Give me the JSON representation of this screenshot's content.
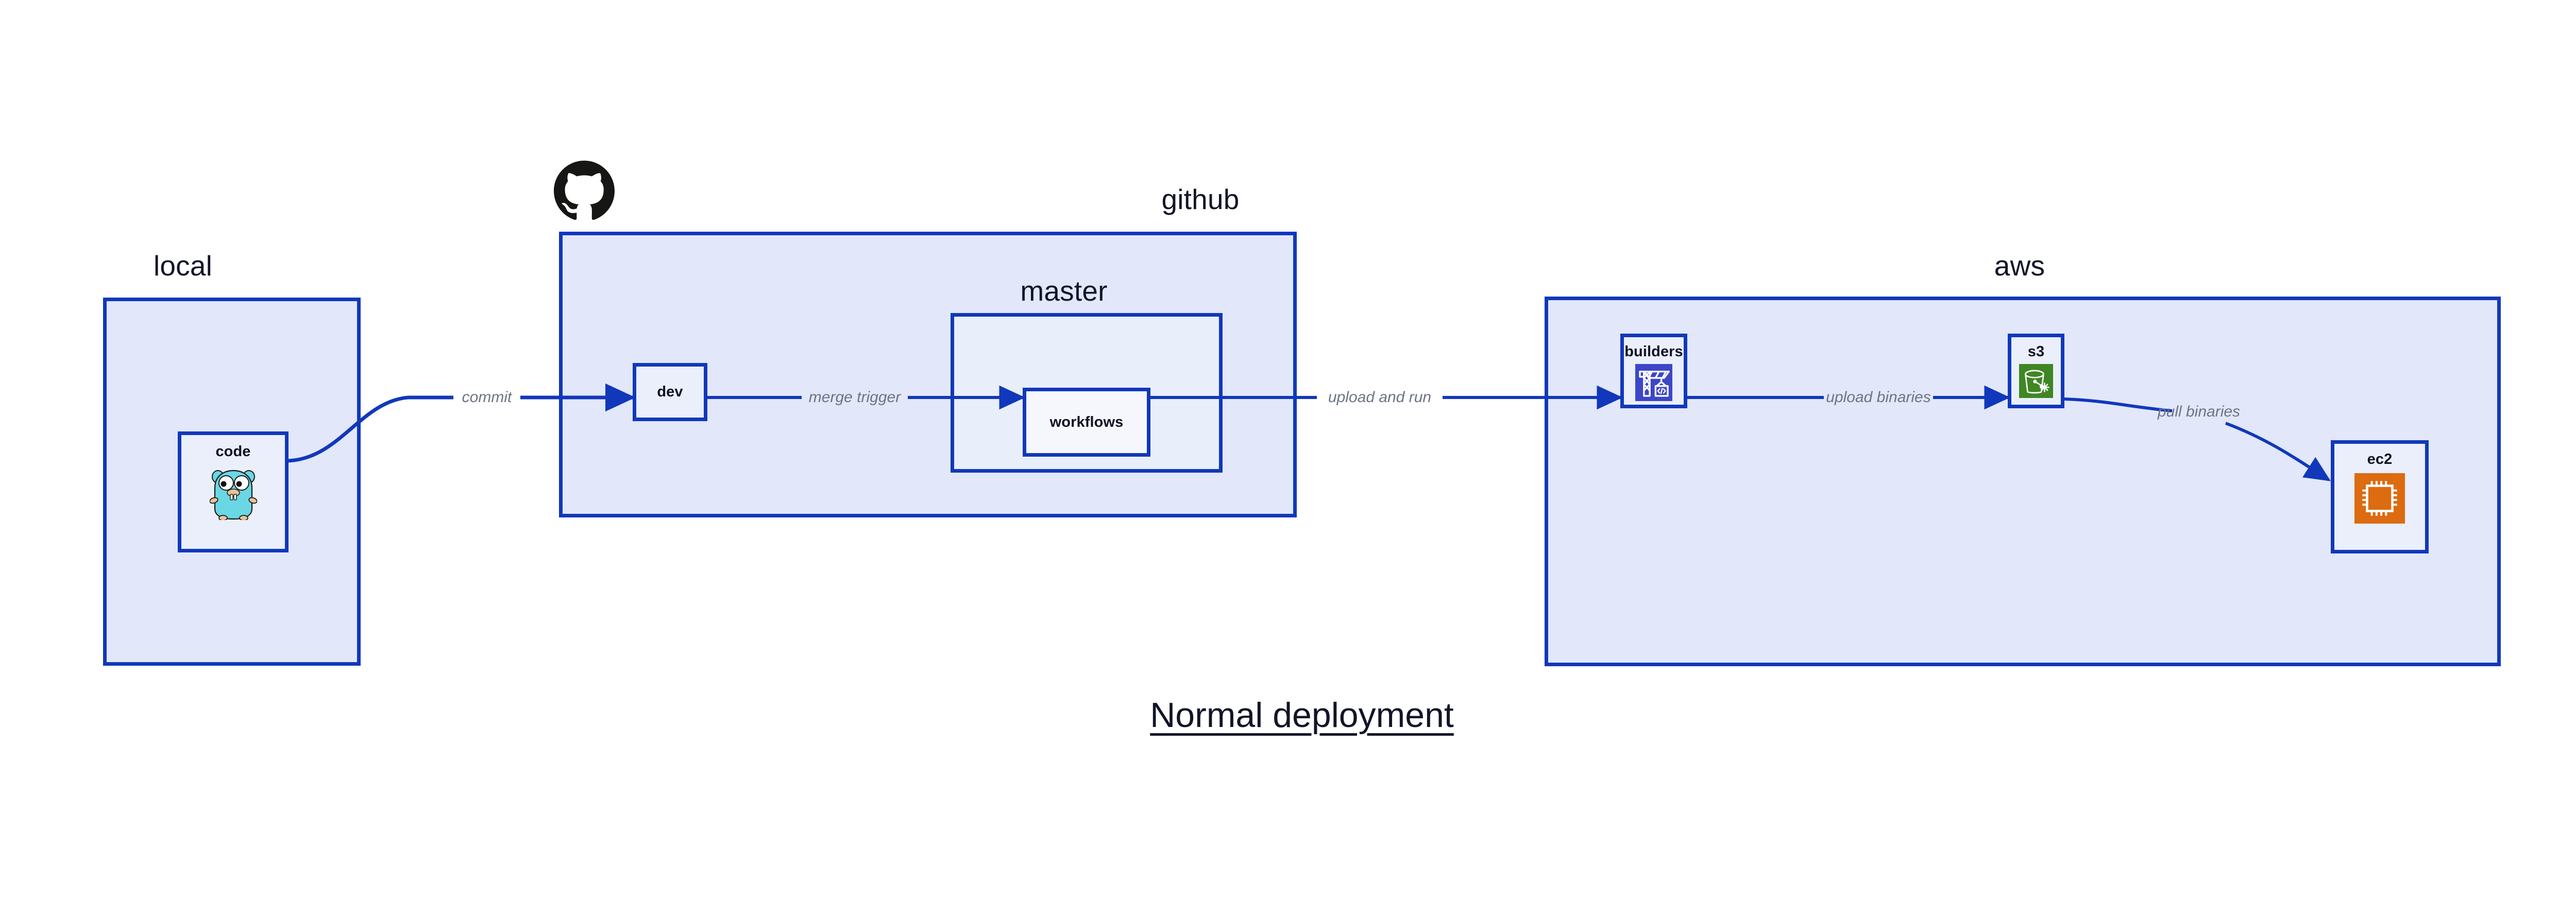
{
  "title": "Normal deployment",
  "colors": {
    "edge": "#1138bb",
    "group_border": "#1138bb",
    "group_fill": "#e2e7fa",
    "subgroup_fill": "#e9eefb",
    "node_fill": "#eaeffb",
    "label_text": "#121528",
    "edge_label_text": "#6d7483",
    "builders_icon_bg": "#3c46c8",
    "s3_icon_bg": "#3f8624",
    "ec2_icon_bg": "#dd6b10",
    "gopher_body": "#6ad7e5",
    "github_logo": "#161614"
  },
  "groups": [
    {
      "id": "local",
      "label": "local"
    },
    {
      "id": "github",
      "label": "github"
    },
    {
      "id": "master",
      "label": "master"
    },
    {
      "id": "aws",
      "label": "aws"
    }
  ],
  "nodes": [
    {
      "id": "code",
      "label": "code",
      "icon": "go-gopher-icon"
    },
    {
      "id": "dev",
      "label": "dev",
      "icon": null
    },
    {
      "id": "workflows",
      "label": "workflows",
      "icon": null
    },
    {
      "id": "builders",
      "label": "builders",
      "icon": "aws-codebuild-crane-icon"
    },
    {
      "id": "s3",
      "label": "s3",
      "icon": "aws-s3-bucket-icon"
    },
    {
      "id": "ec2",
      "label": "ec2",
      "icon": "aws-ec2-chip-icon"
    }
  ],
  "edges": [
    {
      "id": "commit",
      "from": "code",
      "to": "dev",
      "label": "commit"
    },
    {
      "id": "merge-trigger",
      "from": "dev",
      "to": "workflows",
      "label": "merge trigger"
    },
    {
      "id": "upload-and-run",
      "from": "workflows",
      "to": "builders",
      "label": "upload and run"
    },
    {
      "id": "upload-binaries",
      "from": "builders",
      "to": "s3",
      "label": "upload binaries"
    },
    {
      "id": "pull-binaries",
      "from": "s3",
      "to": "ec2",
      "label": "pull binaries"
    }
  ],
  "logos": [
    {
      "id": "github-logo",
      "name": "github-octocat-icon"
    }
  ]
}
